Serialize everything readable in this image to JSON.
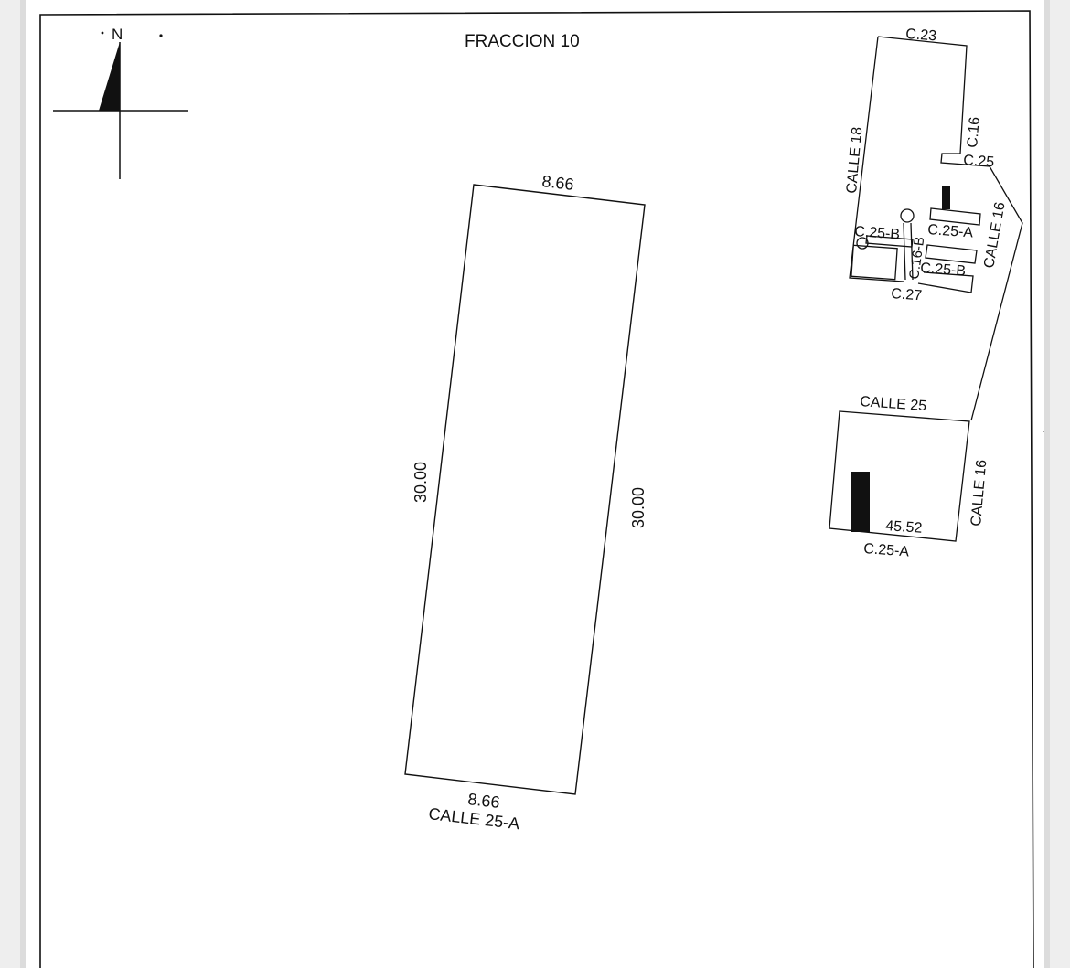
{
  "title": "FRACCION 10",
  "north_label": "N",
  "lot": {
    "top_dim": "8.66",
    "bottom_dim": "8.66",
    "left_dim": "30.00",
    "right_dim": "30.00",
    "street_label": "CALLE 25-A"
  },
  "location_map": {
    "c23": "C.23",
    "calle18": "CALLE 18",
    "c16_upper": "C.16",
    "c25": "C.25",
    "calle16_upper": "CALLE 16",
    "c25a_upper": "C.25-A",
    "c25b_left": "C.25-B",
    "c16b": "C.16-B",
    "c25b_right": "C.25-B",
    "c27": "C.27",
    "calle25": "CALLE 25",
    "calle16_lower": "CALLE 16",
    "dim_4552": "45.52",
    "c25a_lower": "C.25-A"
  },
  "colors": {
    "paper": "#ffffff",
    "ink": "#111111",
    "background": "#eeeeee"
  }
}
